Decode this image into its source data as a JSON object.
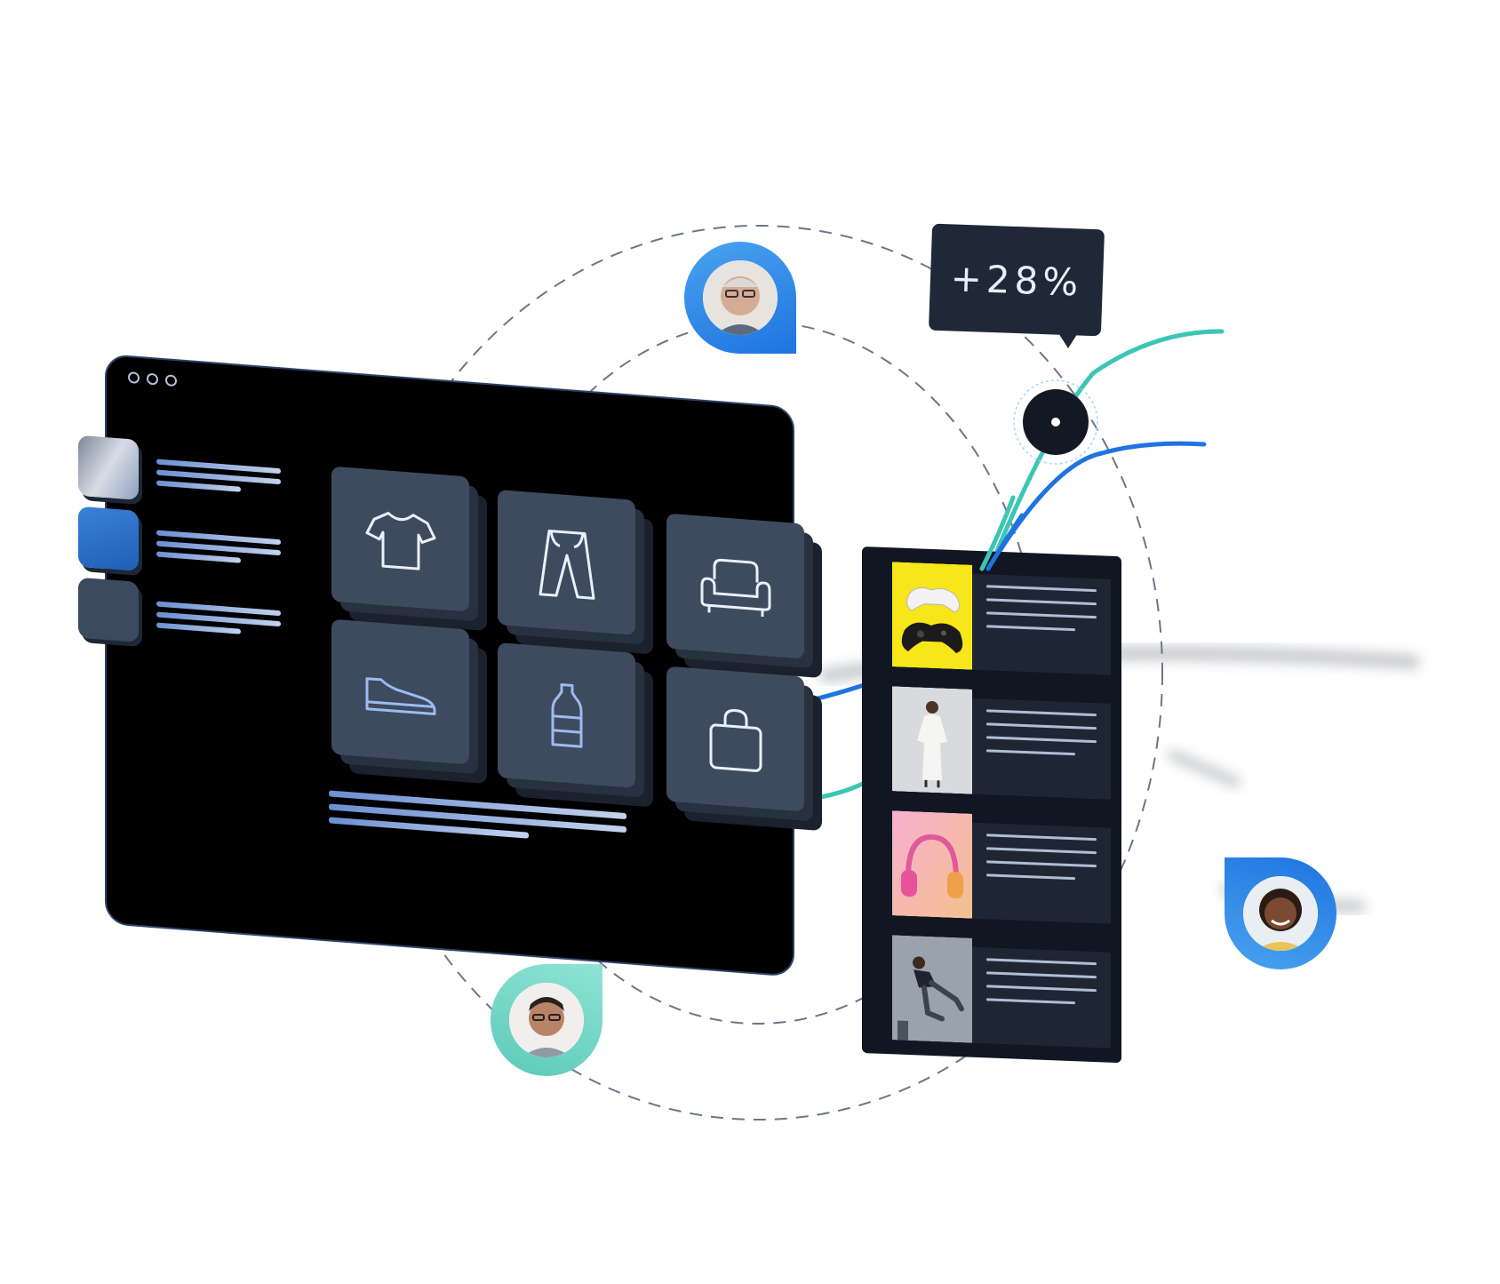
{
  "window": {
    "controls": [
      "window-dot",
      "window-dot",
      "window-dot"
    ]
  },
  "sidebar": {
    "items": [
      {
        "icon": "category-thumb-gray"
      },
      {
        "icon": "category-thumb-blue",
        "selected": true
      },
      {
        "icon": "category-thumb-dark"
      }
    ]
  },
  "category_grid": {
    "tiles": [
      {
        "icon": "tshirt-icon"
      },
      {
        "icon": "pants-icon"
      },
      {
        "icon": "sofa-icon"
      },
      {
        "icon": "shoe-icon"
      },
      {
        "icon": "bottle-icon"
      },
      {
        "icon": "shopping-bag-icon"
      }
    ]
  },
  "product_list": {
    "items": [
      {
        "thumbnail": "game-controllers-image",
        "thumb_bg": "#f6e61a"
      },
      {
        "thumbnail": "woman-white-dress-image",
        "thumb_bg": "#d8dadd"
      },
      {
        "thumbnail": "pink-headphones-image",
        "thumb_bg": "#f0a1c6"
      },
      {
        "thumbnail": "skateboarder-image",
        "thumb_bg": "#9aa3ad"
      }
    ]
  },
  "metric_badge": {
    "value": "+28%"
  },
  "user_pins": [
    {
      "icon": "user-avatar-older-man",
      "color": "#1e74e0"
    },
    {
      "icon": "user-avatar-young-man",
      "color": "#6fd3c2"
    },
    {
      "icon": "user-avatar-woman",
      "color": "#1e74e0"
    }
  ],
  "colors": {
    "accent_blue": "#1e74e0",
    "accent_teal": "#3cc6b4",
    "window_bg": "#000000",
    "tile_bg": "#3e4a5e"
  }
}
